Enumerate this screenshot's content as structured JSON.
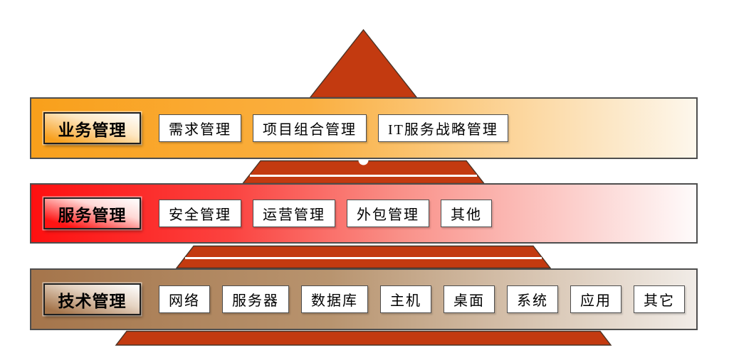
{
  "diagram": {
    "type": "layered-pyramid",
    "pyramid_color": "#C33A10",
    "stripe_color": "#FFFFFF",
    "layers": [
      {
        "header": "业务管理",
        "accent_color": "#F9A11C",
        "items": [
          "需求管理",
          "项目组合管理",
          "IT服务战略管理"
        ]
      },
      {
        "header": "服务管理",
        "accent_color": "#FE1212",
        "items": [
          "安全管理",
          "运营管理",
          "外包管理",
          "其他"
        ]
      },
      {
        "header": "技术管理",
        "accent_color": "#A5754B",
        "items": [
          "网络",
          "服务器",
          "数据库",
          "主机",
          "桌面",
          "系统",
          "应用",
          "其它"
        ]
      }
    ]
  }
}
